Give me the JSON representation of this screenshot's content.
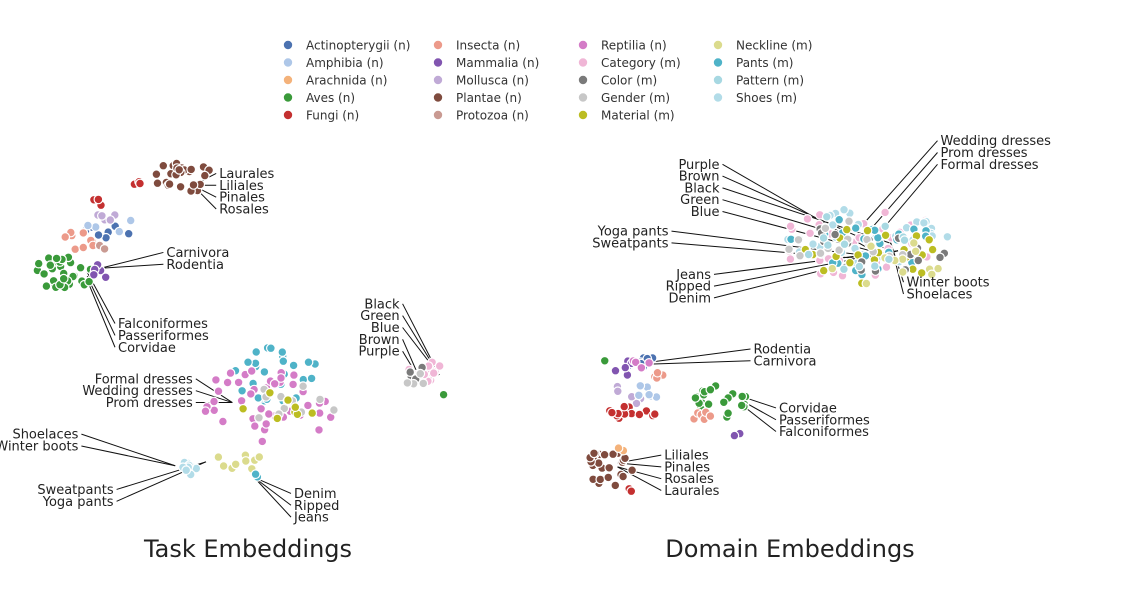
{
  "chart_data": {
    "type": "scatter",
    "legend": {
      "placement": "top-center",
      "entries": [
        {
          "key": "actinopterygii",
          "label": "Actinopterygii (n)",
          "color": "#4c72b0"
        },
        {
          "key": "amphibia",
          "label": "Amphibia (n)",
          "color": "#aec7e8"
        },
        {
          "key": "arachnida",
          "label": "Arachnida (n)",
          "color": "#f4b27a"
        },
        {
          "key": "aves",
          "label": "Aves (n)",
          "color": "#3a9a3a"
        },
        {
          "key": "fungi",
          "label": "Fungi (n)",
          "color": "#c43030"
        },
        {
          "key": "insecta",
          "label": "Insecta (n)",
          "color": "#ec9a8a"
        },
        {
          "key": "mammalia",
          "label": "Mammalia (n)",
          "color": "#8155b0"
        },
        {
          "key": "mollusca",
          "label": "Mollusca (n)",
          "color": "#c0aad6"
        },
        {
          "key": "plantae",
          "label": "Plantae (n)",
          "color": "#7f4b3e"
        },
        {
          "key": "protozoa",
          "label": "Protozoa (n)",
          "color": "#c99a92"
        },
        {
          "key": "reptilia",
          "label": "Reptilia (n)",
          "color": "#d47cc7"
        },
        {
          "key": "category",
          "label": "Category (m)",
          "color": "#f0b6d6"
        },
        {
          "key": "color",
          "label": "Color (m)",
          "color": "#7a7a7a"
        },
        {
          "key": "gender",
          "label": "Gender (m)",
          "color": "#c7c7c7"
        },
        {
          "key": "material",
          "label": "Material (m)",
          "color": "#bcbd22"
        },
        {
          "key": "neckline",
          "label": "Neckline (m)",
          "color": "#dbdb8d"
        },
        {
          "key": "pants",
          "label": "Pants (m)",
          "color": "#4fb3c8"
        },
        {
          "key": "pattern",
          "label": "Pattern (m)",
          "color": "#a7d8e2"
        },
        {
          "key": "shoes",
          "label": "Shoes (m)",
          "color": "#b2dce8"
        }
      ]
    },
    "panels": [
      {
        "title": "Task Embeddings",
        "xlim": [
          0,
          100
        ],
        "ylim": [
          0,
          100
        ],
        "grid": false,
        "clusters": [
          {
            "group": "plantae",
            "cx": 35,
            "cy": 88,
            "rx": 7,
            "ry": 4,
            "n": 28
          },
          {
            "group": "fungi",
            "cx": 25,
            "cy": 87,
            "rx": 1.5,
            "ry": 1.5,
            "n": 3
          },
          {
            "group": "actinopterygii",
            "cx": 18,
            "cy": 74,
            "rx": 6,
            "ry": 2.5,
            "n": 7
          },
          {
            "group": "amphibia",
            "cx": 19,
            "cy": 76,
            "rx": 6,
            "ry": 2.5,
            "n": 5
          },
          {
            "group": "insecta",
            "cx": 11,
            "cy": 72,
            "rx": 4,
            "ry": 2.5,
            "n": 9
          },
          {
            "group": "mollusca",
            "cx": 18,
            "cy": 79,
            "rx": 3,
            "ry": 2,
            "n": 5
          },
          {
            "group": "fungi",
            "cx": 15,
            "cy": 81,
            "rx": 2,
            "ry": 1.5,
            "n": 3
          },
          {
            "group": "protozoa",
            "cx": 17,
            "cy": 70,
            "rx": 1.5,
            "ry": 1.5,
            "n": 2
          },
          {
            "group": "aves",
            "cx": 8,
            "cy": 64,
            "rx": 7,
            "ry": 4.5,
            "n": 34
          },
          {
            "group": "mammalia",
            "cx": 16,
            "cy": 64,
            "rx": 2.5,
            "ry": 2.5,
            "n": 6
          },
          {
            "group": "pants",
            "cx": 56,
            "cy": 38,
            "rx": 10,
            "ry": 7,
            "n": 26
          },
          {
            "group": "reptilia",
            "cx": 53,
            "cy": 30,
            "rx": 16,
            "ry": 10,
            "n": 42
          },
          {
            "group": "gender",
            "cx": 60,
            "cy": 30,
            "rx": 10,
            "ry": 6,
            "n": 12
          },
          {
            "group": "material",
            "cx": 57,
            "cy": 30,
            "rx": 9,
            "ry": 6,
            "n": 8
          },
          {
            "group": "category",
            "cx": 90,
            "cy": 39,
            "rx": 4,
            "ry": 3,
            "n": 16
          },
          {
            "group": "color",
            "cx": 89,
            "cy": 38,
            "rx": 3,
            "ry": 2,
            "n": 6
          },
          {
            "group": "gender",
            "cx": 88,
            "cy": 37,
            "rx": 3,
            "ry": 2,
            "n": 4
          },
          {
            "group": "neckline",
            "cx": 47,
            "cy": 16,
            "rx": 6,
            "ry": 2.5,
            "n": 10
          },
          {
            "group": "shoes",
            "cx": 36,
            "cy": 14,
            "rx": 3,
            "ry": 2,
            "n": 13
          },
          {
            "group": "pants",
            "cx": 51,
            "cy": 12,
            "rx": 1,
            "ry": 1,
            "n": 2
          }
        ],
        "single_points": [
          {
            "group": "aves",
            "x": 94,
            "y": 33
          }
        ],
        "annotations": [
          {
            "label": "Laurales",
            "x": 43,
            "y": 89,
            "point": [
              37,
              86
            ]
          },
          {
            "label": "Liliales",
            "x": 43,
            "y": 86,
            "point": [
              37,
              86
            ]
          },
          {
            "label": "Pinales",
            "x": 43,
            "y": 83,
            "point": [
              37,
              86
            ]
          },
          {
            "label": "Rosales",
            "x": 43,
            "y": 80,
            "point": [
              37,
              86
            ]
          },
          {
            "label": "Carnivora",
            "x": 31,
            "y": 69,
            "point": [
              16,
              65
            ]
          },
          {
            "label": "Rodentia",
            "x": 31,
            "y": 66,
            "point": [
              16,
              65
            ]
          },
          {
            "label": "Falconiformes",
            "x": 20,
            "y": 51,
            "point": [
              13,
              64
            ]
          },
          {
            "label": "Passeriformes",
            "x": 20,
            "y": 48,
            "point": [
              13,
              63
            ]
          },
          {
            "label": "Corvidae",
            "x": 20,
            "y": 45,
            "point": [
              13,
              62
            ]
          },
          {
            "label": "Black",
            "x": 84,
            "y": 56,
            "point": [
              93,
              38
            ]
          },
          {
            "label": "Green",
            "x": 84,
            "y": 53,
            "point": [
              93,
              38
            ]
          },
          {
            "label": "Blue",
            "x": 84,
            "y": 50,
            "point": [
              93,
              38
            ]
          },
          {
            "label": "Brown",
            "x": 84,
            "y": 47,
            "point": [
              89,
              36
            ]
          },
          {
            "label": "Purple",
            "x": 84,
            "y": 44,
            "point": [
              89,
              36
            ]
          },
          {
            "label": "Formal dresses",
            "x": 37,
            "y": 37,
            "point": [
              46,
              31
            ]
          },
          {
            "label": "Wedding dresses",
            "x": 37,
            "y": 34,
            "point": [
              46,
              31
            ]
          },
          {
            "label": "Prom dresses",
            "x": 37,
            "y": 31,
            "point": [
              46,
              31
            ]
          },
          {
            "label": "Shoelaces",
            "x": 11,
            "y": 23,
            "point": [
              33,
              15
            ]
          },
          {
            "label": "Winter boots",
            "x": 11,
            "y": 20,
            "point": [
              33,
              15
            ]
          },
          {
            "label": "Sweatpants",
            "x": 19,
            "y": 9,
            "point": [
              40,
              16
            ]
          },
          {
            "label": "Yoga pants",
            "x": 19,
            "y": 6,
            "point": [
              40,
              16
            ]
          },
          {
            "label": "Denim",
            "x": 60,
            "y": 8,
            "point": [
              51,
              12
            ]
          },
          {
            "label": "Ripped",
            "x": 60,
            "y": 5,
            "point": [
              51,
              12
            ]
          },
          {
            "label": "Jeans",
            "x": 60,
            "y": 2,
            "point": [
              51,
              12
            ]
          }
        ]
      },
      {
        "title": "Domain Embeddings",
        "xlim": [
          0,
          100
        ],
        "ylim": [
          0,
          100
        ],
        "grid": false,
        "clusters": [
          {
            "group": "category",
            "cx": 67,
            "cy": 70,
            "rx": 20,
            "ry": 9,
            "n": 40
          },
          {
            "group": "shoes",
            "cx": 69,
            "cy": 71,
            "rx": 19,
            "ry": 8,
            "n": 32
          },
          {
            "group": "pants",
            "cx": 68,
            "cy": 69,
            "rx": 18,
            "ry": 8,
            "n": 26
          },
          {
            "group": "material",
            "cx": 70,
            "cy": 67,
            "rx": 17,
            "ry": 8,
            "n": 22
          },
          {
            "group": "color",
            "cx": 71,
            "cy": 69,
            "rx": 17,
            "ry": 8,
            "n": 16
          },
          {
            "group": "gender",
            "cx": 65,
            "cy": 68,
            "rx": 16,
            "ry": 8,
            "n": 14
          },
          {
            "group": "neckline",
            "cx": 73,
            "cy": 66,
            "rx": 16,
            "ry": 7,
            "n": 12
          },
          {
            "group": "pattern",
            "cx": 67,
            "cy": 70,
            "rx": 17,
            "ry": 8,
            "n": 12
          },
          {
            "group": "actinopterygii",
            "cx": 15,
            "cy": 40,
            "rx": 4,
            "ry": 2,
            "n": 8
          },
          {
            "group": "mammalia",
            "cx": 12,
            "cy": 38,
            "rx": 3,
            "ry": 2,
            "n": 5
          },
          {
            "group": "reptilia",
            "cx": 16,
            "cy": 39,
            "rx": 3,
            "ry": 2,
            "n": 4
          },
          {
            "group": "mollusca",
            "cx": 12,
            "cy": 31,
            "rx": 4,
            "ry": 3,
            "n": 5
          },
          {
            "group": "amphibia",
            "cx": 17,
            "cy": 32,
            "rx": 4,
            "ry": 2.5,
            "n": 6
          },
          {
            "group": "insecta",
            "cx": 19,
            "cy": 37,
            "rx": 2,
            "ry": 1.5,
            "n": 4
          },
          {
            "group": "fungi",
            "cx": 13,
            "cy": 26,
            "rx": 6,
            "ry": 2.5,
            "n": 13
          },
          {
            "group": "aves",
            "cx": 34,
            "cy": 30,
            "rx": 7,
            "ry": 4.5,
            "n": 22
          },
          {
            "group": "insecta",
            "cx": 30,
            "cy": 26,
            "rx": 2.5,
            "ry": 1.5,
            "n": 7
          },
          {
            "group": "mammalia",
            "cx": 38,
            "cy": 21,
            "rx": 1,
            "ry": 1,
            "n": 2
          },
          {
            "group": "plantae",
            "cx": 8,
            "cy": 13,
            "rx": 6,
            "ry": 5,
            "n": 26
          },
          {
            "group": "arachnida",
            "cx": 11,
            "cy": 18,
            "rx": 1,
            "ry": 1,
            "n": 2
          },
          {
            "group": "fungi",
            "cx": 13,
            "cy": 7,
            "rx": 1,
            "ry": 1,
            "n": 2
          }
        ],
        "single_points": [
          {
            "group": "aves",
            "x": 7,
            "y": 40
          }
        ],
        "annotations": [
          {
            "label": "Wedding dresses",
            "x": 86,
            "y": 96,
            "point": [
              68,
              75
            ]
          },
          {
            "label": "Prom dresses",
            "x": 86,
            "y": 93,
            "point": [
              70,
              74
            ]
          },
          {
            "label": "Formal dresses",
            "x": 86,
            "y": 90,
            "point": [
              72,
              73
            ]
          },
          {
            "label": "Purple",
            "x": 34,
            "y": 90,
            "point": [
              70,
              68
            ]
          },
          {
            "label": "Brown",
            "x": 34,
            "y": 87,
            "point": [
              72,
              69
            ]
          },
          {
            "label": "Black",
            "x": 34,
            "y": 84,
            "point": [
              74,
              70
            ]
          },
          {
            "label": "Green",
            "x": 34,
            "y": 81,
            "point": [
              75,
              68
            ]
          },
          {
            "label": "Blue",
            "x": 34,
            "y": 78,
            "point": [
              73,
              67
            ]
          },
          {
            "label": "Yoga pants",
            "x": 22,
            "y": 73,
            "point": [
              67,
              67
            ]
          },
          {
            "label": "Sweatpants",
            "x": 22,
            "y": 70,
            "point": [
              67,
              66
            ]
          },
          {
            "label": "Jeans",
            "x": 32,
            "y": 62,
            "point": [
              76,
              68
            ]
          },
          {
            "label": "Ripped",
            "x": 32,
            "y": 59,
            "point": [
              76,
              68
            ]
          },
          {
            "label": "Denim",
            "x": 32,
            "y": 56,
            "point": [
              76,
              68
            ]
          },
          {
            "label": "Winter boots",
            "x": 78,
            "y": 60,
            "point": [
              74,
              71
            ]
          },
          {
            "label": "Shoelaces",
            "x": 78,
            "y": 57,
            "point": [
              74,
              71
            ]
          },
          {
            "label": "Rodentia",
            "x": 42,
            "y": 43,
            "point": [
              13,
              39
            ]
          },
          {
            "label": "Carnivora",
            "x": 42,
            "y": 40,
            "point": [
              13,
              39
            ]
          },
          {
            "label": "Corvidae",
            "x": 48,
            "y": 28,
            "point": [
              39,
              31
            ]
          },
          {
            "label": "Passeriformes",
            "x": 48,
            "y": 25,
            "point": [
              39,
              30
            ]
          },
          {
            "label": "Falconiformes",
            "x": 48,
            "y": 22,
            "point": [
              39,
              29
            ]
          },
          {
            "label": "Liliales",
            "x": 21,
            "y": 16,
            "point": [
              10,
              14
            ]
          },
          {
            "label": "Pinales",
            "x": 21,
            "y": 13,
            "point": [
              10,
              14
            ]
          },
          {
            "label": "Rosales",
            "x": 21,
            "y": 10,
            "point": [
              10,
              13
            ]
          },
          {
            "label": "Laurales",
            "x": 21,
            "y": 7,
            "point": [
              10,
              13
            ]
          }
        ]
      }
    ]
  }
}
